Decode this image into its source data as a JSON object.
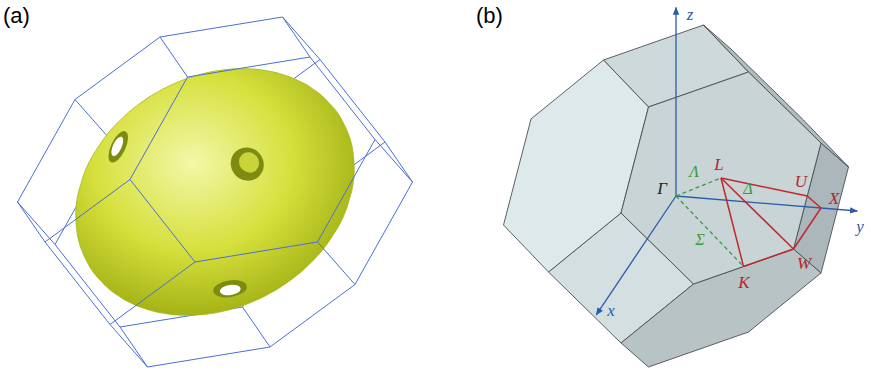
{
  "diagram": {
    "labels": [
      "(a)",
      "(b)",
      "z",
      "Λ",
      "L",
      "Γ",
      "Δ",
      "U",
      "X",
      "Σ",
      "K",
      "W",
      "x",
      "y"
    ]
  }
}
